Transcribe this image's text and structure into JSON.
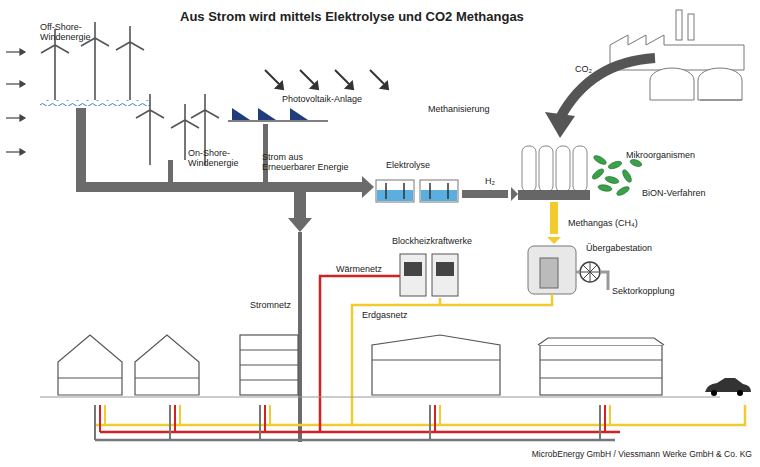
{
  "diagram": {
    "title": "Aus Strom wird mittels Elektrolyse und CO2 Methangas",
    "caption": "MicrobEnergy GmbH / Viessmann Werke GmbH & Co. KG",
    "nodes": [
      {
        "text": [
          "Elektrolyse"
        ]
      },
      {
        "text": [
          "Methanisierung"
        ]
      },
      {
        "text": [
          "Übergabestation"
        ]
      },
      {
        "text": [
          "Blockheizkraftwerke"
        ]
      }
    ],
    "edges": [
      {
        "from": 0,
        "to": 1,
        "arrow": "to",
        "label": "H₂"
      },
      {
        "from": 1,
        "to": 2,
        "arrow": "to",
        "label": "Methangas (CH₄)"
      }
    ],
    "labels": [
      "Off-Shore-Windenergie",
      "Photovoltaik-Anlage",
      "On-Shore-Windenergie",
      "Strom aus Erneuerbarer Energie",
      "CO₂",
      "Mikroorganismen",
      "BiON-Verfahren",
      "Sektorkopplung",
      "Wärmenetz",
      "Stromnetz",
      "Erdgasnetz"
    ]
  }
}
